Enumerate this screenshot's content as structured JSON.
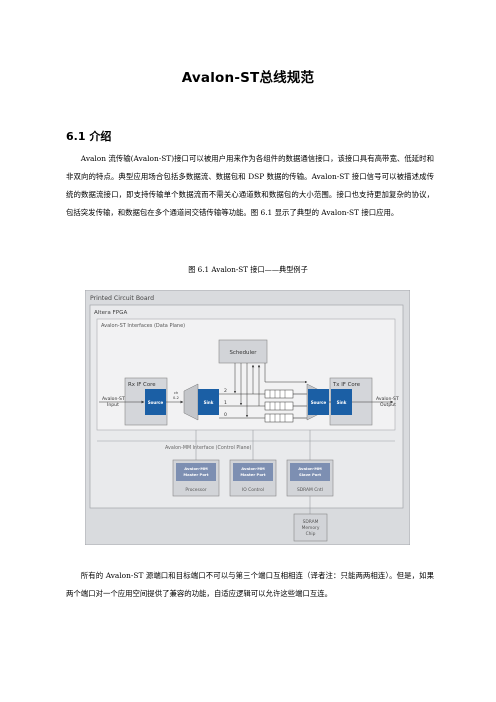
{
  "document": {
    "title": "Avalon-ST总线规范",
    "section_heading": "6.1 介绍",
    "paragraph_1": "Avalon 流传输(Avalon-ST)接口可以被用户用来作为各组件的数据通信接口，该接口具有高带宽、低延时和非双向的特点。典型应用场合包括多数据流、数据包和 DSP 数据的传输。Avalon-ST 接口信号可以被描述成传统的数据流接口，即支持传输单个数据流而不需关心通道数和数据包的大小范围。接口也支持更加复杂的协议，包括突发传输，和数据包在多个通道间交错传输等功能。图 6.1 显示了典型的 Avalon-ST 接口应用。",
    "figure_caption": "图 6.1 Avalon-ST 接口——典型例子",
    "paragraph_2": "所有的 Avalon-ST 源端口和目标端口不可以与第三个端口互相相连（译者注：只能两两相连）。但是，如果两个端口对一个应用空间提供了兼容的功能，自适应逻辑可以允许这些端口互连。"
  },
  "figure": {
    "pcb_label": "Printed Circuit Board",
    "fpga_label": "Altera FPGA",
    "data_plane_label": "Avalon-ST Interfaces (Data Plane)",
    "scheduler_label": "Scheduler",
    "rx_core_label": "Rx IF Core",
    "tx_core_label": "Tx IF Core",
    "input_label_line1": "Avalon-ST",
    "input_label_line2": "Input",
    "output_label_line1": "Avalon-ST",
    "output_label_line2": "Output",
    "source_label": "Source",
    "sink_label": "Sink",
    "channel_labels": [
      "2",
      "1",
      "0"
    ],
    "small_labels": [
      "ch",
      "0-2"
    ],
    "control_plane_label": "Avalon-MM Interface (Control Plane)",
    "mm_ports": [
      {
        "port_line1": "Avalon-MM",
        "port_line2": "Master Port",
        "component": "Processor"
      },
      {
        "port_line1": "Avalon-MM",
        "port_line2": "Master Port",
        "component": "IO Control"
      },
      {
        "port_line1": "Avalon-MM",
        "port_line2": "Slave Port",
        "component": "SDRAM Cntl"
      }
    ],
    "sdram_chip_line1": "SDRAM",
    "sdram_chip_line2": "Memory",
    "sdram_chip_line3": "Chip",
    "colors": {
      "pcb_bg": "#d9dbde",
      "fpga_bg": "#e6e7e9",
      "core_blue": "#1b5fa5",
      "port_blue": "#7d8fb2",
      "line": "#5a5a5a"
    }
  }
}
